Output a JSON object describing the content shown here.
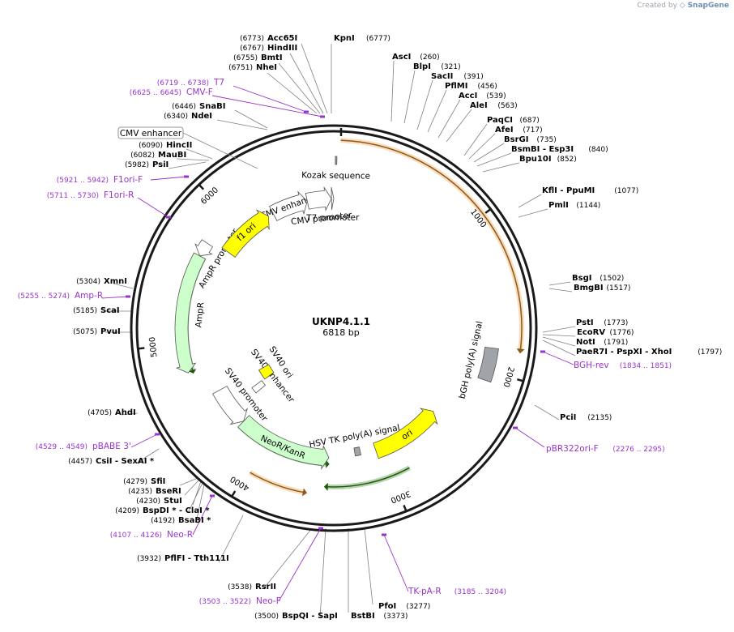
{
  "credit": {
    "prefix": "Created by",
    "brand": "SnapGene"
  },
  "plasmid": {
    "name": "UKNP4.1.1",
    "size_label": "6818 bp",
    "length": 6818
  },
  "ruler": [
    "1000",
    "2000",
    "3000",
    "4000",
    "5000",
    "6000"
  ],
  "features": [
    {
      "label": "CMV enhancer",
      "start": 6290,
      "end": 6594,
      "color": "#ffffff",
      "strand": 1
    },
    {
      "label": "CMV promoter",
      "start": 6595,
      "end": 6798,
      "color": "#ffffff",
      "strand": 1
    },
    {
      "label": "T7 promoter",
      "start": 6799,
      "end": 6818,
      "color": "#ffffff",
      "strand": 1
    },
    {
      "label": "Kozak sequence",
      "start": 10,
      "end": 20,
      "color": "#a0a4a8",
      "strand": 0
    },
    {
      "label": "bGH poly(A) signal",
      "start": 1840,
      "end": 2064,
      "color": "#a0a4a8",
      "strand": 0
    },
    {
      "label": "ori",
      "start": 2460,
      "end": 3050,
      "color": "#ffff00",
      "strand": -1
    },
    {
      "label": "HSV TK poly(A) signal",
      "start": 3180,
      "end": 3228,
      "color": "#a0a4a8",
      "strand": 0
    },
    {
      "label": "NeoR/KanR",
      "start": 3450,
      "end": 4244,
      "color": "#ccffcc",
      "strand": -1
    },
    {
      "label": "SV40 promoter",
      "start": 4245,
      "end": 4574,
      "color": "#ffffff",
      "strand": -1
    },
    {
      "label": "SV40 enhancer",
      "start": 4360,
      "end": 4431,
      "color": "#ffffff",
      "strand": 0
    },
    {
      "label": "SV40 ori",
      "start": 4424,
      "end": 4560,
      "color": "#ffff00",
      "strand": 0
    },
    {
      "label": "AmpR",
      "start": 4790,
      "end": 5650,
      "color": "#ccffcc",
      "strand": -1
    },
    {
      "label": "AmpR promoter",
      "start": 5651,
      "end": 5755,
      "color": "#ffffff",
      "strand": -1
    },
    {
      "label": "f1 ori",
      "start": 5790,
      "end": 6245,
      "color": "#ffff00",
      "strand": 1
    }
  ],
  "orfs": [
    {
      "start": 40,
      "end": 1835,
      "strand": 1
    },
    {
      "start": 2870,
      "end": 3460,
      "strand": 1
    },
    {
      "start": 3460,
      "end": 4244,
      "strand": -1
    },
    {
      "start": 3600,
      "end": 3980,
      "strand": -1
    },
    {
      "start": 4790,
      "end": 5650,
      "strand": -1
    }
  ],
  "sites": [
    {
      "name": "KpnI",
      "pos": "(6777)"
    },
    {
      "name": "Acc65I",
      "pos": "(6773)"
    },
    {
      "name": "HindIII",
      "pos": "(6767)"
    },
    {
      "name": "BmtI",
      "pos": "(6755)"
    },
    {
      "name": "NheI",
      "pos": "(6751)"
    },
    {
      "name": "SnaBI",
      "pos": "(6446)"
    },
    {
      "name": "NdeI",
      "pos": "(6340)"
    },
    {
      "name": "HincII",
      "pos": "(6090)"
    },
    {
      "name": "MauBI",
      "pos": "(6082)"
    },
    {
      "name": "PsiI",
      "pos": "(5982)"
    },
    {
      "name": "XmnI",
      "pos": "(5304)"
    },
    {
      "name": "ScaI",
      "pos": "(5185)"
    },
    {
      "name": "PvuI",
      "pos": "(5075)"
    },
    {
      "name": "AhdI",
      "pos": "(4705)"
    },
    {
      "name": "CsiI",
      "name2": "SexAI *",
      "pos": "(4457)"
    },
    {
      "name": "SfiI",
      "pos": "(4279)"
    },
    {
      "name": "BseRI",
      "pos": "(4235)"
    },
    {
      "name": "StuI",
      "pos": "(4230)"
    },
    {
      "name": "BspDI *",
      "name2": "ClaI *",
      "pos": "(4209)"
    },
    {
      "name": "BsaBI *",
      "pos": "(4192)"
    },
    {
      "name": "PflFI",
      "name2": "Tth111I",
      "pos": "(3932)"
    },
    {
      "name": "RsrII",
      "pos": "(3538)"
    },
    {
      "name": "BspQI",
      "name2": "SapI",
      "pos": "(3500)"
    },
    {
      "name": "BstBI",
      "pos": "(3373)"
    },
    {
      "name": "PfoI",
      "pos": "(3277)"
    },
    {
      "name": "AscI",
      "pos": "(260)"
    },
    {
      "name": "BlpI",
      "pos": "(321)"
    },
    {
      "name": "SacII",
      "pos": "(391)"
    },
    {
      "name": "PflMI",
      "pos": "(456)"
    },
    {
      "name": "AccI",
      "pos": "(539)"
    },
    {
      "name": "AleI",
      "pos": "(563)"
    },
    {
      "name": "PaqCI",
      "pos": "(687)"
    },
    {
      "name": "AfeI",
      "pos": "(717)"
    },
    {
      "name": "BsrGI",
      "pos": "(735)"
    },
    {
      "name": "BsmBI",
      "name2": "Esp3I",
      "pos": "(840)"
    },
    {
      "name": "Bpu10I",
      "pos": "(852)"
    },
    {
      "name": "KflI",
      "name2": "PpuMI",
      "pos": "(1077)"
    },
    {
      "name": "PmlI",
      "pos": "(1144)"
    },
    {
      "name": "BsgI",
      "pos": "(1502)"
    },
    {
      "name": "BmgBI",
      "pos": "(1517)"
    },
    {
      "name": "PstI",
      "pos": "(1773)"
    },
    {
      "name": "EcoRV",
      "pos": "(1776)"
    },
    {
      "name": "NotI",
      "pos": "(1791)"
    },
    {
      "name": "PaeR7I",
      "name2": "PspXI",
      "name3": "XhoI",
      "pos": "(1797)"
    },
    {
      "name": "PciI",
      "pos": "(2135)"
    }
  ],
  "primers": [
    {
      "name": "T7",
      "pos": "(6719 .. 6738)"
    },
    {
      "name": "CMV-F",
      "pos": "(6625 .. 6645)"
    },
    {
      "name": "F1ori-F",
      "pos": "(5921 .. 5942)"
    },
    {
      "name": "F1ori-R",
      "pos": "(5711 .. 5730)"
    },
    {
      "name": "Amp-R",
      "pos": "(5255 .. 5274)"
    },
    {
      "name": "pBABE 3'",
      "pos": "(4529 .. 4549)"
    },
    {
      "name": "Neo-R",
      "pos": "(4107 .. 4126)"
    },
    {
      "name": "Neo-F",
      "pos": "(3503 .. 3522)"
    },
    {
      "name": "TK-pA-R",
      "pos": "(3185 .. 3204)"
    },
    {
      "name": "pBR322ori-F",
      "pos": "(2276 .. 2295)"
    },
    {
      "name": "BGH-rev",
      "pos": "(1834 .. 1851)"
    }
  ],
  "colors": {
    "backbone": "#1a1a1a",
    "primer": "#9933cc",
    "orf_outline": "#f29c38",
    "orf_green": "#2f7d16",
    "leader": "#808080"
  }
}
